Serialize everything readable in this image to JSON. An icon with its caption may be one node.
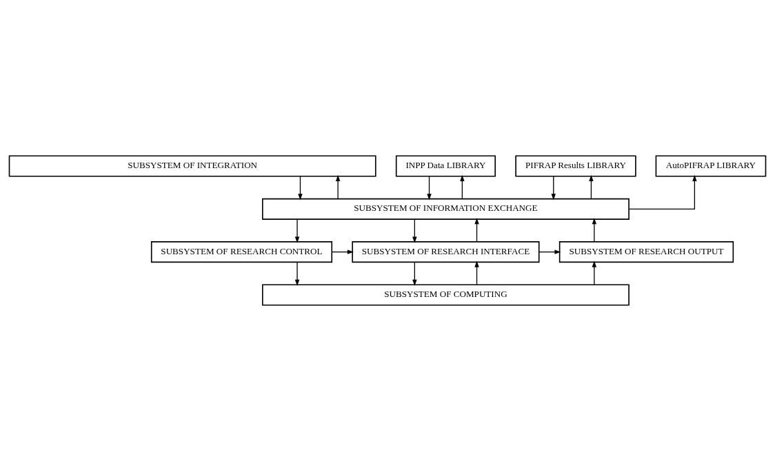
{
  "diagram": {
    "nodes": [
      {
        "text": [
          "SUBSYSTEM OF INTEGRATION"
        ]
      },
      {
        "text": [
          "INPP Data LIBRARY"
        ]
      },
      {
        "text": [
          "PIFRAP Results LIBRARY"
        ]
      },
      {
        "text": [
          "AutoPIFRAP LIBRARY"
        ]
      },
      {
        "text": [
          "SUBSYSTEM OF INFORMATION EXCHANGE"
        ]
      },
      {
        "text": [
          "SUBSYSTEM OF RESEARCH CONTROL"
        ]
      },
      {
        "text": [
          "SUBSYSTEM OF RESEARCH INTERFACE"
        ]
      },
      {
        "text": [
          "SUBSYSTEM OF RESEARCH OUTPUT"
        ]
      },
      {
        "text": [
          "SUBSYSTEM OF COMPUTING"
        ]
      }
    ],
    "edges": [
      {
        "from": 0,
        "to": 4,
        "arrow": "to"
      },
      {
        "from": 4,
        "to": 0,
        "arrow": "to"
      },
      {
        "from": 1,
        "to": 4,
        "arrow": "to"
      },
      {
        "from": 4,
        "to": 1,
        "arrow": "to"
      },
      {
        "from": 2,
        "to": 4,
        "arrow": "to"
      },
      {
        "from": 4,
        "to": 2,
        "arrow": "to"
      },
      {
        "from": 4,
        "to": 3,
        "arrow": "to"
      },
      {
        "from": 4,
        "to": 5,
        "arrow": "to"
      },
      {
        "from": 4,
        "to": 6,
        "arrow": "to"
      },
      {
        "from": 6,
        "to": 4,
        "arrow": "to"
      },
      {
        "from": 7,
        "to": 4,
        "arrow": "to"
      },
      {
        "from": 5,
        "to": 6,
        "arrow": "to"
      },
      {
        "from": 6,
        "to": 7,
        "arrow": "to"
      },
      {
        "from": 5,
        "to": 8,
        "arrow": "to"
      },
      {
        "from": 6,
        "to": 8,
        "arrow": "to"
      },
      {
        "from": 8,
        "to": 6,
        "arrow": "to"
      },
      {
        "from": 8,
        "to": 7,
        "arrow": "to"
      }
    ]
  }
}
